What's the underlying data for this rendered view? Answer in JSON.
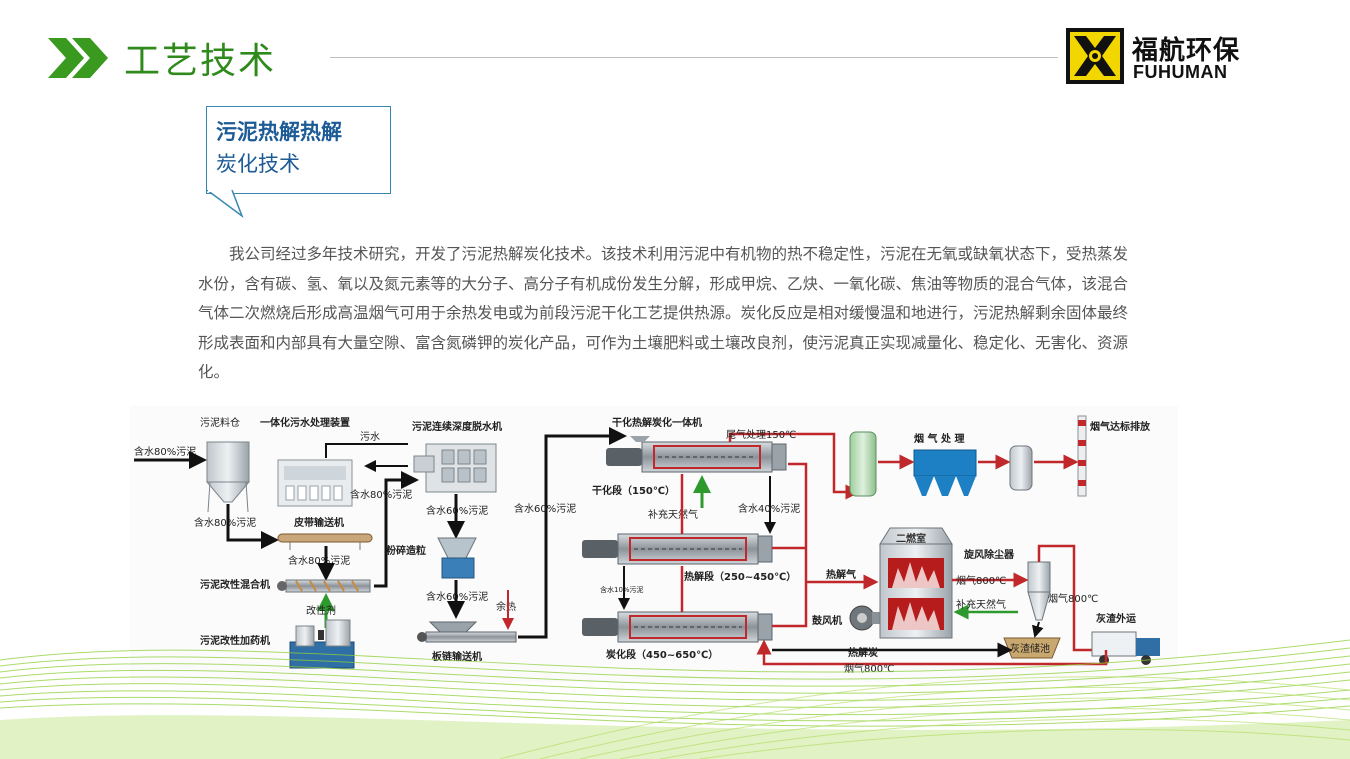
{
  "header": {
    "title": "工艺技术",
    "logo_cn": "福航环保",
    "logo_en": "FUHUMAN"
  },
  "callout": {
    "line1": "污泥热解热解",
    "line2": "炭化技术"
  },
  "paragraph": "我公司经过多年技术研究，开发了污泥热解炭化技术。该技术利用污泥中有机物的热不稳定性，污泥在无氧或缺氧状态下，受热蒸发水份，含有碳、氢、氧以及氮元素等的大分子、高分子有机成份发生分解，形成甲烷、乙炔、一氧化碳、焦油等物质的混合气体，该混合气体二次燃烧后形成高温烟气可用于余热发电或为前段污泥干化工艺提供热源。炭化反应是相对缓慢温和地进行，污泥热解剩余固体最终形成表面和内部具有大量空隙、富含氮磷钾的炭化产品，可作为土壤肥料或土壤改良剂，使污泥真正实现减量化、稳定化、无害化、资源化。",
  "diagram": {
    "sludge_silo": "污泥料仓",
    "integrated_treatment": "一体化污水处理装置",
    "dewatering": "污泥连续深度脱水机",
    "integrated_machine": "干化热解炭化一体机",
    "tail_gas": "尾气处理150℃",
    "flue_treatment": "烟 气 处 理",
    "flue_discharge": "烟气达标排放",
    "in_80": "含水80%污泥",
    "water_80_a": "含水80%污泥",
    "sewage": "污水",
    "belt_conveyor": "皮带输送机",
    "water_80_b": "含水80%污泥",
    "water_80_c": "含水80%污泥",
    "mixer": "污泥改性混合机",
    "modifier": "改性剂",
    "dosing": "污泥改性加药机",
    "water_60_a": "含水60%污泥",
    "granulator": "粉碎造粒",
    "water_60_b": "含水60%污泥",
    "waste_heat": "余热",
    "chain_conveyor": "板链输送机",
    "water_60_c": "含水60%污泥",
    "drying_stage": "干化段（150℃）",
    "natgas_a": "补充天然气",
    "water_40": "含水40%污泥",
    "water_10": "含水10%污泥",
    "pyrolysis_stage": "热解段（250~450℃）",
    "pyro_gas": "热解气",
    "blower": "鼓风机",
    "carbon_stage": "炭化段（450~650℃）",
    "second_chamber": "二燃室",
    "cyclone": "旋风除尘器",
    "flue_800_a": "烟气800℃",
    "natgas_b": "补充天然气",
    "flue_800_b": "烟气800℃",
    "ash_pool": "灰渣储池",
    "ash_out": "灰渣外运",
    "pyro_carbon": "热解炭",
    "flue_800_c": "烟气800℃"
  }
}
